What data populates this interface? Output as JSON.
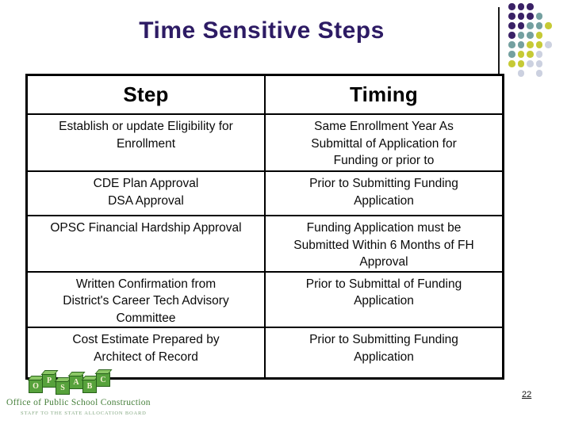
{
  "title": "Time Sensitive Steps",
  "table": {
    "headers": [
      "Step",
      "Timing"
    ],
    "rows": [
      {
        "step": "Establish or update Eligibility for\nEnrollment",
        "timing": "Same Enrollment Year As\nSubmittal of Application for\nFunding or prior to"
      },
      {
        "step": "CDE Plan Approval\nDSA Approval",
        "timing": "Prior to Submitting Funding\nApplication"
      },
      {
        "step": "OPSC Financial Hardship Approval",
        "timing": "Funding Application must be\nSubmitted Within 6 Months of FH\nApproval"
      },
      {
        "step": "Written Confirmation from\nDistrict's Career Tech Advisory\nCommittee",
        "timing": "Prior to Submittal of Funding\nApplication"
      },
      {
        "step": "Cost Estimate Prepared by\nArchitect of Record",
        "timing": "Prior to Submitting Funding\nApplication"
      }
    ]
  },
  "decoration": {
    "dot_pattern": [
      "PPP..",
      "PPPT.",
      "PPTTY",
      "PTTY.",
      "TTYYL",
      "TYYL.",
      "YYLL.",
      ".L.L."
    ],
    "dot_colors": {
      "P": "#3a2166",
      "T": "#74a0a0",
      "Y": "#c6ca35",
      "L": "#ccd1e0"
    }
  },
  "footer": {
    "logo_blocks": [
      "O",
      "P",
      "S",
      "A",
      "B",
      "C"
    ],
    "logo_title": "Office of Public School Construction",
    "logo_subtitle": "STAFF TO THE STATE ALLOCATION BOARD",
    "page_number": "22"
  },
  "colors": {
    "title": "#2d1b64",
    "table_border": "#000000",
    "logo_green": "#57a23c"
  }
}
